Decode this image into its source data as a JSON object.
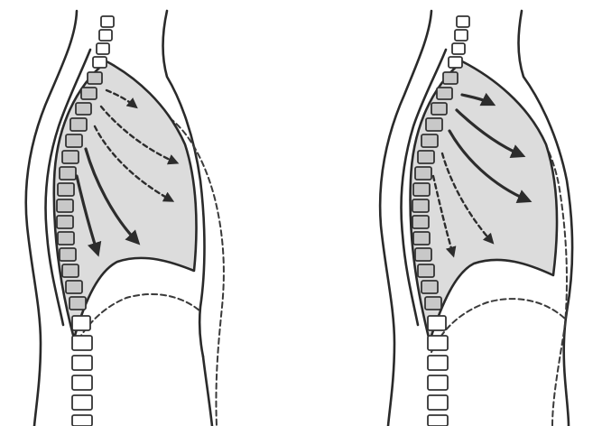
{
  "figure": {
    "panels": [
      {
        "id": "left",
        "arrows": [
          {
            "style": "dashed"
          },
          {
            "style": "dashed"
          },
          {
            "style": "dashed"
          },
          {
            "style": "solid"
          },
          {
            "style": "solid"
          }
        ]
      },
      {
        "id": "right",
        "arrows": [
          {
            "style": "solid"
          },
          {
            "style": "solid"
          },
          {
            "style": "solid"
          },
          {
            "style": "dashed"
          },
          {
            "style": "dashed"
          }
        ]
      }
    ],
    "colors": {
      "cavity_fill": "#dcdcdc",
      "stroke": "#2a2a2a",
      "background": "#ffffff"
    }
  }
}
